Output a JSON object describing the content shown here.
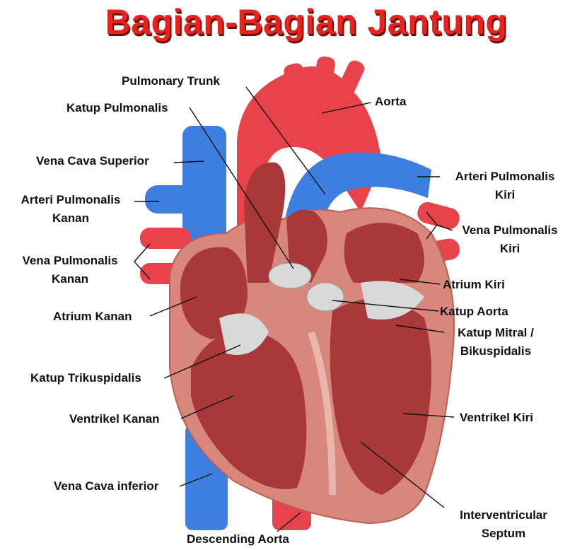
{
  "title": "Bagian-Bagian Jantung",
  "colors": {
    "title_red": "#e8231d",
    "artery_red": "#e8434a",
    "vein_blue": "#3d7fe0",
    "chamber_red": "#a8383a",
    "valve_gray": "#d9d9d9",
    "muscle_pink": "#d9877c"
  },
  "labels": {
    "pulmonary_trunk": "Pulmonary Trunk",
    "katup_pulmonalis": "Katup Pulmonalis",
    "aorta": "Aorta",
    "vena_cava_superior": "Vena Cava Superior",
    "arteri_pulmonalis_kiri_1": "Arteri Pulmonalis",
    "arteri_pulmonalis_kiri_2": "Kiri",
    "arteri_pulmonalis_kanan_1": "Arteri Pulmonalis",
    "arteri_pulmonalis_kanan_2": "Kanan",
    "vena_pulmonalis_kiri_1": "Vena Pulmonalis",
    "vena_pulmonalis_kiri_2": "Kiri",
    "vena_pulmonalis_kanan_1": "Vena Pulmonalis",
    "vena_pulmonalis_kanan_2": "Kanan",
    "atrium_kiri": "Atrium Kiri",
    "atrium_kanan": "Atrium Kanan",
    "katup_aorta": "Katup Aorta",
    "katup_mitral_1": "Katup Mitral /",
    "katup_mitral_2": "Bikuspidalis",
    "katup_trikuspidalis": "Katup Trikuspidalis",
    "ventrikel_kanan": "Ventrikel Kanan",
    "ventrikel_kiri": "Ventrikel Kiri",
    "vena_cava_inferior": "Vena Cava inferior",
    "interventricular_1": "Interventricular",
    "interventricular_2": "Septum",
    "descending_aorta": "Descending Aorta"
  }
}
